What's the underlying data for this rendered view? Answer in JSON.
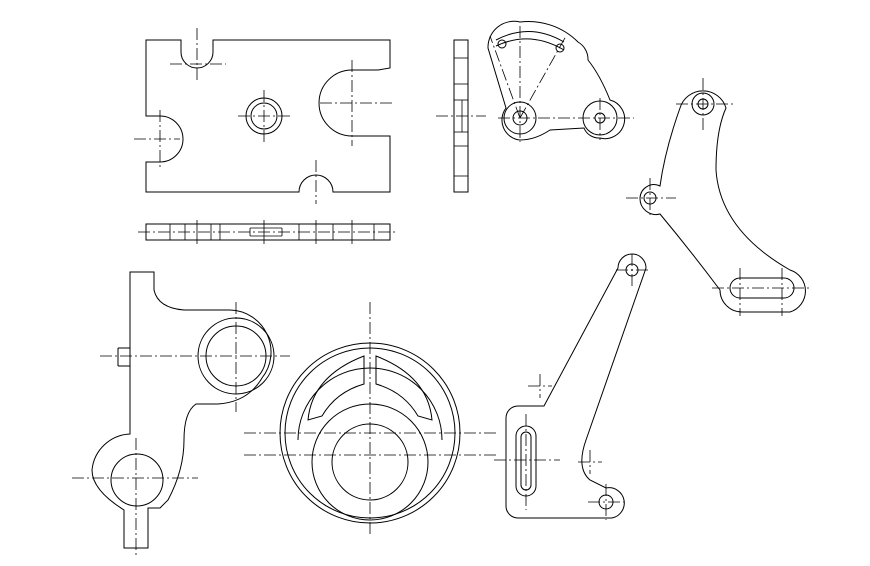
{
  "drawing": {
    "line_color": "#000000",
    "background": "#ffffff"
  },
  "parts": [
    {
      "id": "base-plate-top-view"
    },
    {
      "id": "base-plate-side-view"
    },
    {
      "id": "base-plate-bottom-view"
    },
    {
      "id": "sector-arm"
    },
    {
      "id": "curved-lever"
    },
    {
      "id": "bracket-arm"
    },
    {
      "id": "slotted-wheel"
    },
    {
      "id": "bell-crank-lever"
    }
  ]
}
